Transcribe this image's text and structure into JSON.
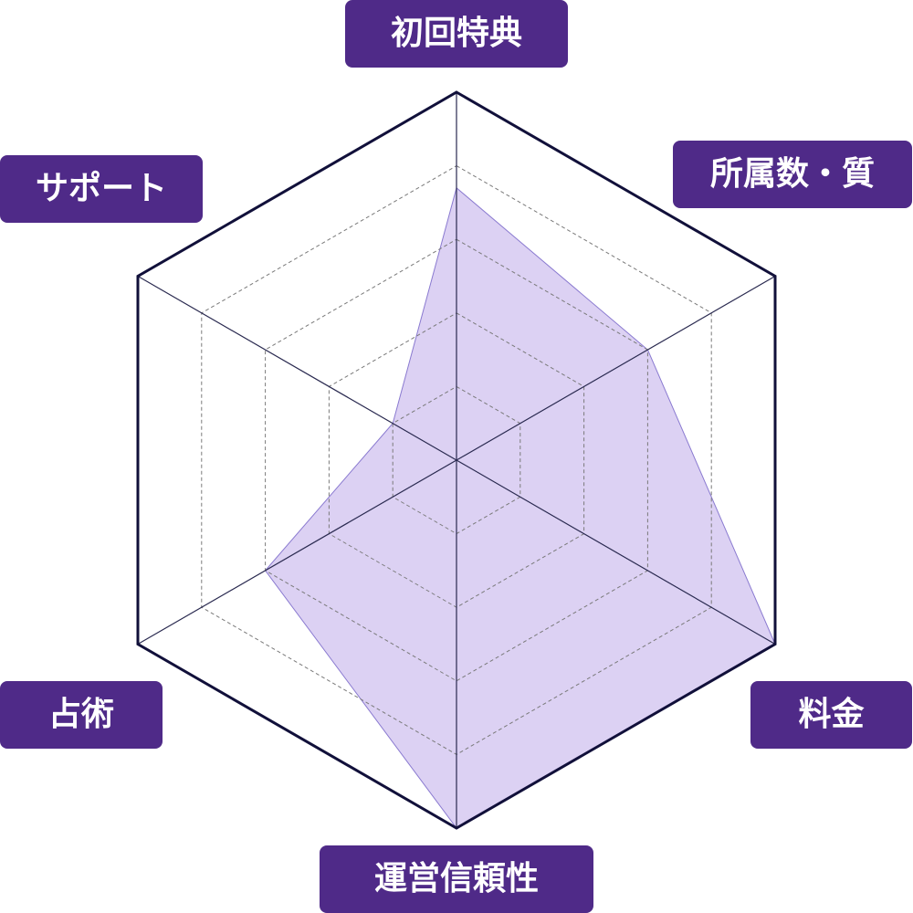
{
  "chart_data": {
    "type": "radar",
    "title": "",
    "axes": [
      "初回特典",
      "所属数・質",
      "料金",
      "運営信頼性",
      "占術",
      "サポート"
    ],
    "values": [
      3.7,
      3.0,
      5.0,
      5.0,
      3.0,
      1.0
    ],
    "max": 5,
    "levels": 5,
    "colors": {
      "fill": "#c9b8ec",
      "fill_stroke": "#8a7ad0",
      "outer_frame": "#11103a",
      "spoke": "#2a2a50",
      "grid": "#7a7a7a",
      "label_bg": "#4f2a88",
      "label_text": "#ffffff"
    }
  }
}
